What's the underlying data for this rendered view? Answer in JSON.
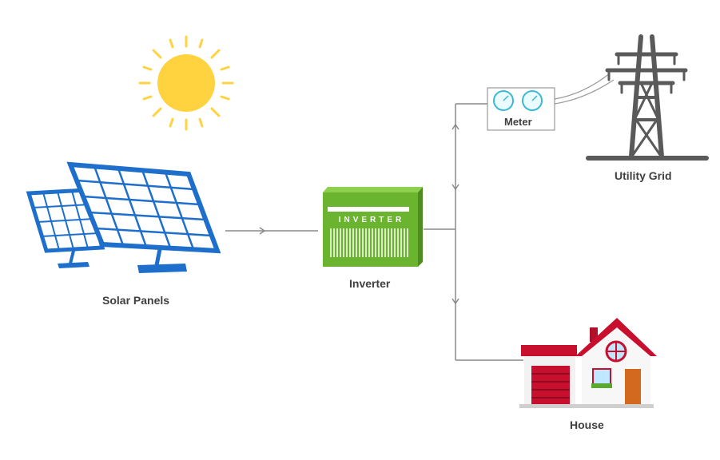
{
  "nodes": {
    "solar_panels": "Solar Panels",
    "inverter": "Inverter",
    "inverter_face_text": "INVERTER",
    "meter": "Meter",
    "utility_grid": "Utility Grid",
    "house": "House"
  },
  "colors": {
    "sun": "#FFD23F",
    "panel": "#1E6FCB",
    "inverter": "#7BC043",
    "tower": "#5a5a5a",
    "house_roof": "#C8102E",
    "connector": "#8a8a8a"
  }
}
